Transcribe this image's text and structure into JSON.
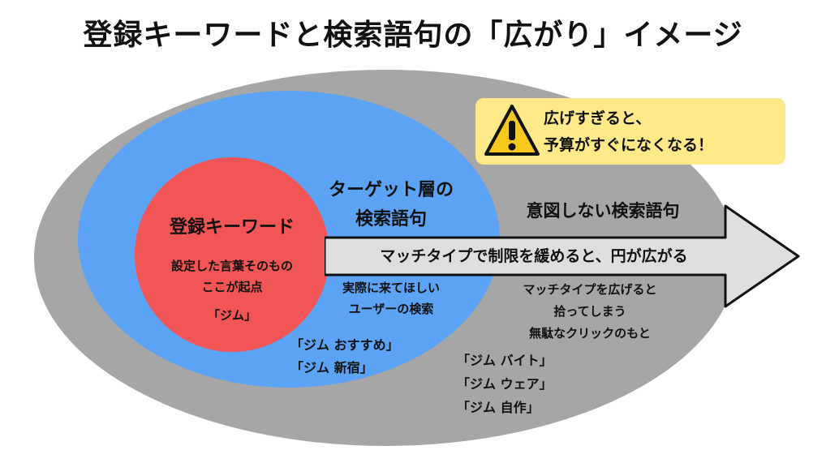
{
  "title": "登録キーワードと検索語句の「広がり」イメージ",
  "inner": {
    "heading": "登録キーワード",
    "description": "設定した言葉そのもの\nここが起点",
    "example": "「ジム」"
  },
  "middle": {
    "heading": "ターゲット層の\n検索語句",
    "description": "実際に来てほしい\nユーザーの検索",
    "examples": "「ジム おすすめ」\n「ジム 新宿」"
  },
  "outer": {
    "heading": "意図しない検索語句",
    "description": "マッチタイプを広げると\n拾ってしまう\n無駄なクリックのもと",
    "examples": "「ジム バイト」\n「ジム ウェア」\n「ジム 自作」"
  },
  "arrow": {
    "label": "マッチタイプで制限を緩めると、円が広がる"
  },
  "warning": {
    "icon": "warning-icon",
    "text": "広げすぎると、\n予算がすぐになくなる！"
  },
  "colors": {
    "outer": "#a6a6a6",
    "middle": "#5ca3f5",
    "inner": "#f25555",
    "arrow": "#dedede",
    "warning_bg": "#fde987",
    "warning_icon": "#f7c91d"
  }
}
